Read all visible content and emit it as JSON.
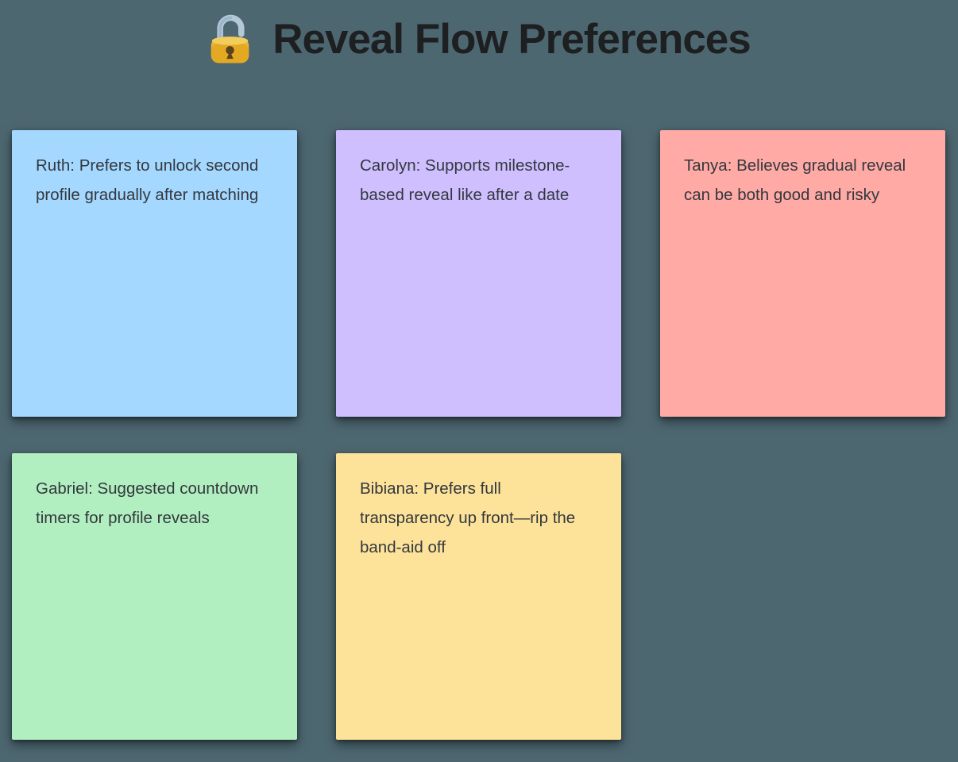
{
  "page": {
    "title": "Reveal Flow Preferences",
    "title_icon": "open-lock-emoji",
    "background_color": "#4d6770",
    "title_color": "#1d1f21"
  },
  "board": {
    "note_text_color": "#33383e",
    "notes": [
      {
        "author": "Ruth",
        "text": "Ruth: Prefers to unlock second profile gradually after matching",
        "color": "#a5d8ff",
        "color_name": "blue"
      },
      {
        "author": "Carolyn",
        "text": "Carolyn: Supports milestone-based reveal like after a date",
        "color": "#d0bfff",
        "color_name": "violet"
      },
      {
        "author": "Tanya",
        "text": "Tanya: Believes gradual reveal can be both good and risky",
        "color": "#ffaaa5",
        "color_name": "salmon"
      },
      {
        "author": "Gabriel",
        "text": "Gabriel: Suggested countdown timers for profile reveals",
        "color": "#b2efc0",
        "color_name": "green"
      },
      {
        "author": "Bibiana",
        "text": "Bibiana: Prefers full transparency up front—rip the band-aid off",
        "color": "#fde299",
        "color_name": "yellow"
      }
    ]
  }
}
